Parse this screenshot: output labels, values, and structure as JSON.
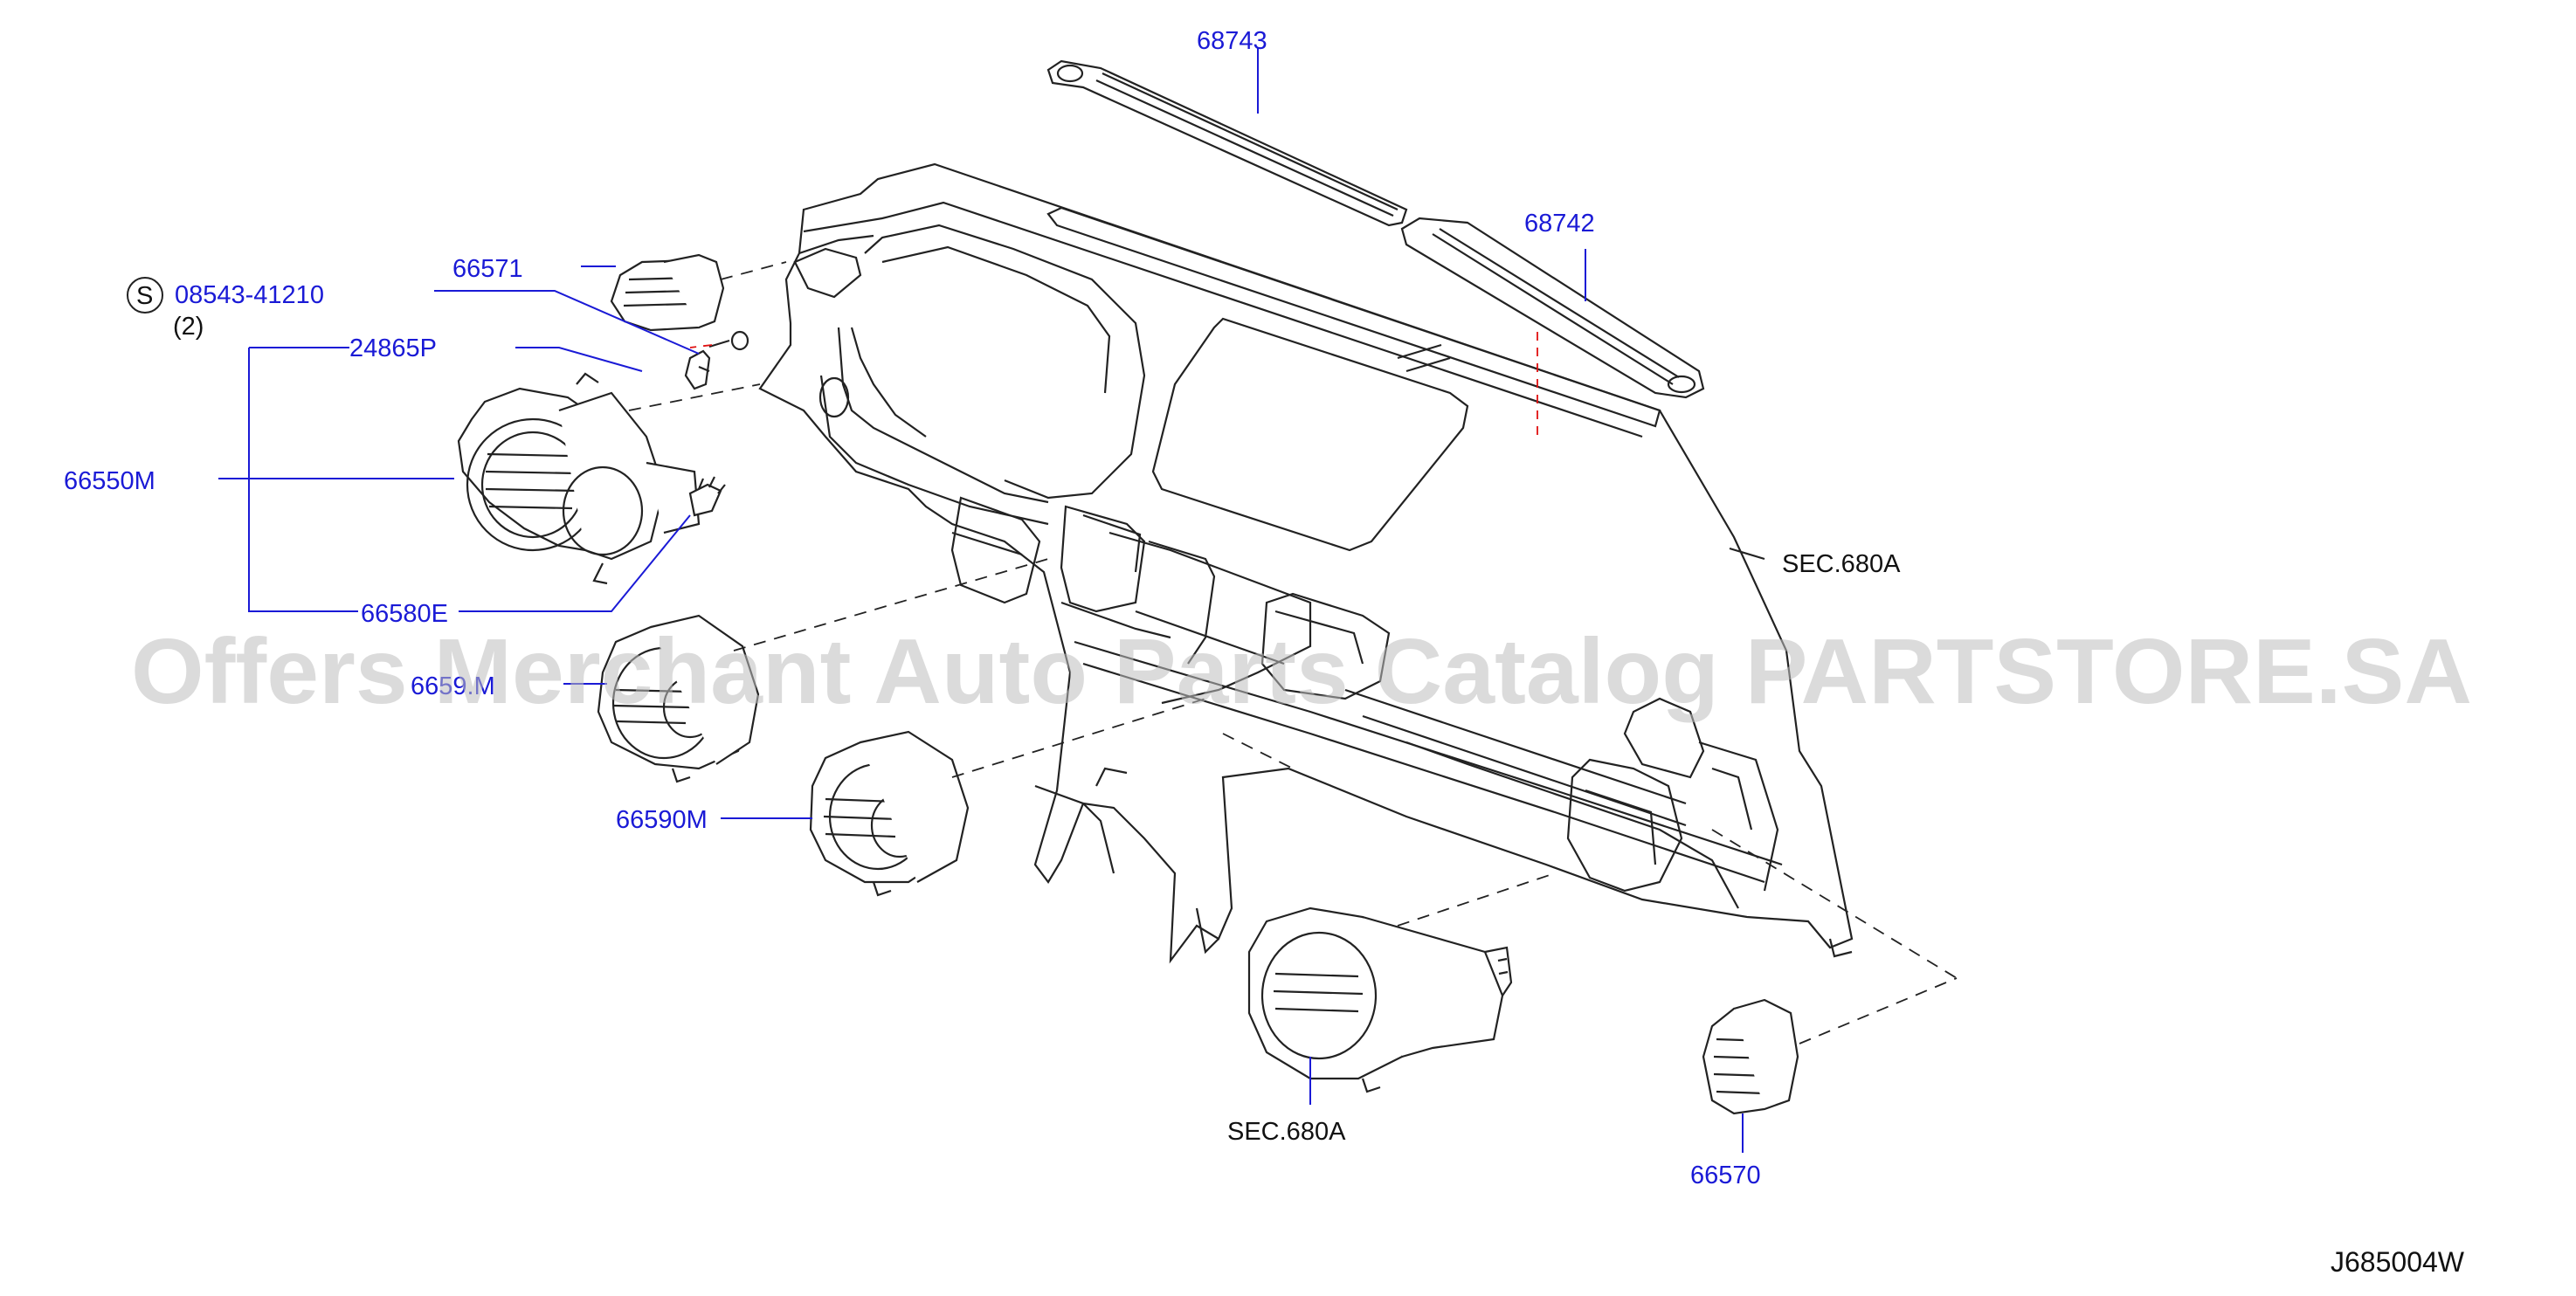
{
  "colors": {
    "label": "#1a1ad6",
    "line": "#222222",
    "leader": "#1a1ad6",
    "centerline": "#e01010",
    "watermark": "#bdbdbd"
  },
  "labels": {
    "p68743": "68743",
    "p68742": "68742",
    "p66571": "66571",
    "screw_symbol": "S",
    "screw_part": "08543-41210",
    "screw_qty": "(2)",
    "p24865P": "24865P",
    "p66550M": "66550M",
    "p66580E": "66580E",
    "p66591M": "6659.M",
    "p66590M": "66590M",
    "sec680A_right": "SEC.680A",
    "sec680A_bottom": "SEC.680A",
    "p66570": "66570",
    "diagram_code": "J685004W"
  },
  "watermark": "Offers Merchant Auto Parts Catalog PARTSTORE.SA"
}
